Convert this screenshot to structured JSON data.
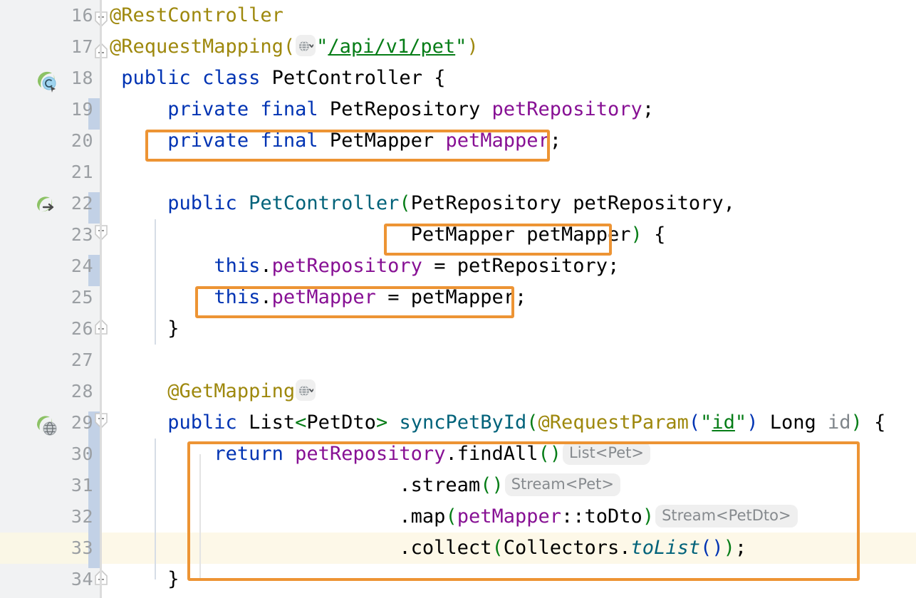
{
  "editor": {
    "app": "intellij-idea-code-editor",
    "language": "java",
    "caret_line": 33,
    "first_line": 16,
    "last_line": 34,
    "colors": {
      "background": "#ffffff",
      "gutter_background": "#f1f2f3",
      "line_number": "#9b9fa3",
      "caret_line_highlight": "#fdf8e8",
      "highlight_box": "#ed9434",
      "keyword": "#0033b3",
      "annotation": "#9e880d",
      "string": "#067d17",
      "field": "#871094",
      "method_declaration": "#00627a",
      "parameter": "#80868b",
      "inlay_hint_text": "#868a8e",
      "inlay_hint_background": "#efefef",
      "change_marker": "#c2d1e6",
      "indent_guide": "#d6dde6"
    }
  },
  "line_numbers": [
    16,
    17,
    18,
    19,
    20,
    21,
    22,
    23,
    24,
    25,
    26,
    27,
    28,
    29,
    30,
    31,
    32,
    33,
    34
  ],
  "gutter_icons": [
    {
      "line": 18,
      "name": "spring-bean-class-icon",
      "tooltip": "Spring Bean"
    },
    {
      "line": 22,
      "name": "spring-bean-autowired-icon",
      "tooltip": "Autowired dependencies"
    },
    {
      "line": 29,
      "name": "spring-request-mapping-icon",
      "tooltip": "Request mapping"
    }
  ],
  "code_lines": [
    {
      "n": 16,
      "text": "@RestController"
    },
    {
      "n": 17,
      "text": "@RequestMapping(\"/api/v1/pet\")"
    },
    {
      "n": 18,
      "text": "public class PetController {"
    },
    {
      "n": 19,
      "text": "    private final PetRepository petRepository;"
    },
    {
      "n": 20,
      "text": "    private final PetMapper petMapper;"
    },
    {
      "n": 21,
      "text": ""
    },
    {
      "n": 22,
      "text": "    public PetController(PetRepository petRepository,"
    },
    {
      "n": 23,
      "text": "                         PetMapper petMapper) {"
    },
    {
      "n": 24,
      "text": "        this.petRepository = petRepository;"
    },
    {
      "n": 25,
      "text": "        this.petMapper = petMapper;"
    },
    {
      "n": 26,
      "text": "    }"
    },
    {
      "n": 27,
      "text": ""
    },
    {
      "n": 28,
      "text": "    @GetMapping"
    },
    {
      "n": 29,
      "text": "    public List<PetDto> syncPetById(@RequestParam(\"id\") Long id) {"
    },
    {
      "n": 30,
      "text": "        return petRepository.findAll()"
    },
    {
      "n": 31,
      "text": "                .stream()"
    },
    {
      "n": 32,
      "text": "                .map(petMapper::toDto)"
    },
    {
      "n": 33,
      "text": "                .collect(Collectors.toList());"
    },
    {
      "n": 34,
      "text": "    }"
    }
  ],
  "tokens": {
    "l16": {
      "anno": "@RestController"
    },
    "l17": {
      "anno_open": "@RequestMapping(",
      "url": "/api/v1/pet",
      "quote": "\"",
      "anno_close": ")"
    },
    "l18": {
      "kw1": "public",
      "kw2": "class",
      "name": "PetController",
      "brace": "{"
    },
    "l19": {
      "kw1": "private",
      "kw2": "final",
      "type": "PetRepository",
      "field": "petRepository",
      "semi": ";"
    },
    "l20": {
      "kw1": "private",
      "kw2": "final",
      "type": "PetMapper",
      "field": "petMapper",
      "semi": ";"
    },
    "l22": {
      "kw": "public",
      "ctor": "PetController",
      "lparen": "(",
      "type": "PetRepository",
      "param": "petRepository",
      "comma": ","
    },
    "l23": {
      "type": "PetMapper",
      "param": "petMapper",
      "rparen": ")",
      "brace": "{"
    },
    "l24": {
      "kw": "this",
      "dot": ".",
      "field": "petRepository",
      "eq": "=",
      "param": "petRepository",
      "semi": ";"
    },
    "l25": {
      "kw": "this",
      "dot": ".",
      "field": "petMapper",
      "eq": "=",
      "param": "petMapper",
      "semi": ";"
    },
    "l28": {
      "anno": "@GetMapping"
    },
    "l29": {
      "kw": "public",
      "rtype": "List",
      "lt": "<",
      "gtype": "PetDto",
      "gt": ">",
      "method": "syncPetById",
      "lparen": "(",
      "anno": "@RequestParam",
      "alp": "(",
      "str": "id",
      "arp": ")",
      "ptype": "Long",
      "pname": "id",
      "rparen": ")",
      "brace": "{"
    },
    "l30": {
      "kw": "return",
      "field": "petRepository",
      "dot": ".",
      "call": "findAll",
      "parens": "()",
      "hint": "List<Pet>"
    },
    "l31": {
      "dot": ".",
      "call": "stream",
      "parens": "()",
      "hint": "Stream<Pet>"
    },
    "l32": {
      "dot": ".",
      "call": "map",
      "lparen": "(",
      "field": "petMapper",
      "ref": "::toDto",
      "rparen": ")",
      "hint": "Stream<PetDto>"
    },
    "l33": {
      "dot": ".",
      "call": "collect",
      "lparen": "(",
      "cls": "Collectors",
      "dot2": ".",
      "static": "toList",
      "inner": "()",
      "rparen": ")",
      "semi": ";"
    },
    "l34": {
      "brace": "}"
    },
    "l26": {
      "brace": "}"
    }
  },
  "inlay_hints": [
    {
      "line": 30,
      "text": "List<Pet>"
    },
    {
      "line": 31,
      "text": "Stream<Pet>"
    },
    {
      "line": 32,
      "text": "Stream<PetDto>"
    }
  ],
  "web_reference_badges": [
    {
      "line": 17,
      "name": "web-reference-globe-badge"
    },
    {
      "line": 28,
      "name": "web-reference-globe-badge"
    }
  ],
  "highlight_boxes": [
    {
      "id": "box-field-petmapper",
      "line": 20,
      "label": "private final PetMapper petMapper;"
    },
    {
      "id": "box-ctor-param",
      "line": 23,
      "label": "PetMapper petMapper"
    },
    {
      "id": "box-assign-petmapper",
      "line": 25,
      "label": "this.petMapper = petMapper;"
    },
    {
      "id": "box-stream-pipeline",
      "line": "30-33",
      "label": "return petRepository.findAll().stream().map(petMapper::toDto).collect(Collectors.toList());"
    }
  ],
  "change_markers": [
    {
      "from_line": 19,
      "to_line": 19
    },
    {
      "from_line": 22,
      "to_line": 22
    },
    {
      "from_line": 24,
      "to_line": 24
    },
    {
      "from_line": 29,
      "to_line": 33
    }
  ],
  "fold_markers": [
    {
      "line": 16,
      "state": "expanded-top"
    },
    {
      "line": 17,
      "state": "expanded-bottom"
    },
    {
      "line": 23,
      "state": "expanded-top"
    },
    {
      "line": 26,
      "state": "expanded-bottom"
    },
    {
      "line": 29,
      "state": "expanded-top"
    },
    {
      "line": 34,
      "state": "expanded-bottom"
    }
  ]
}
